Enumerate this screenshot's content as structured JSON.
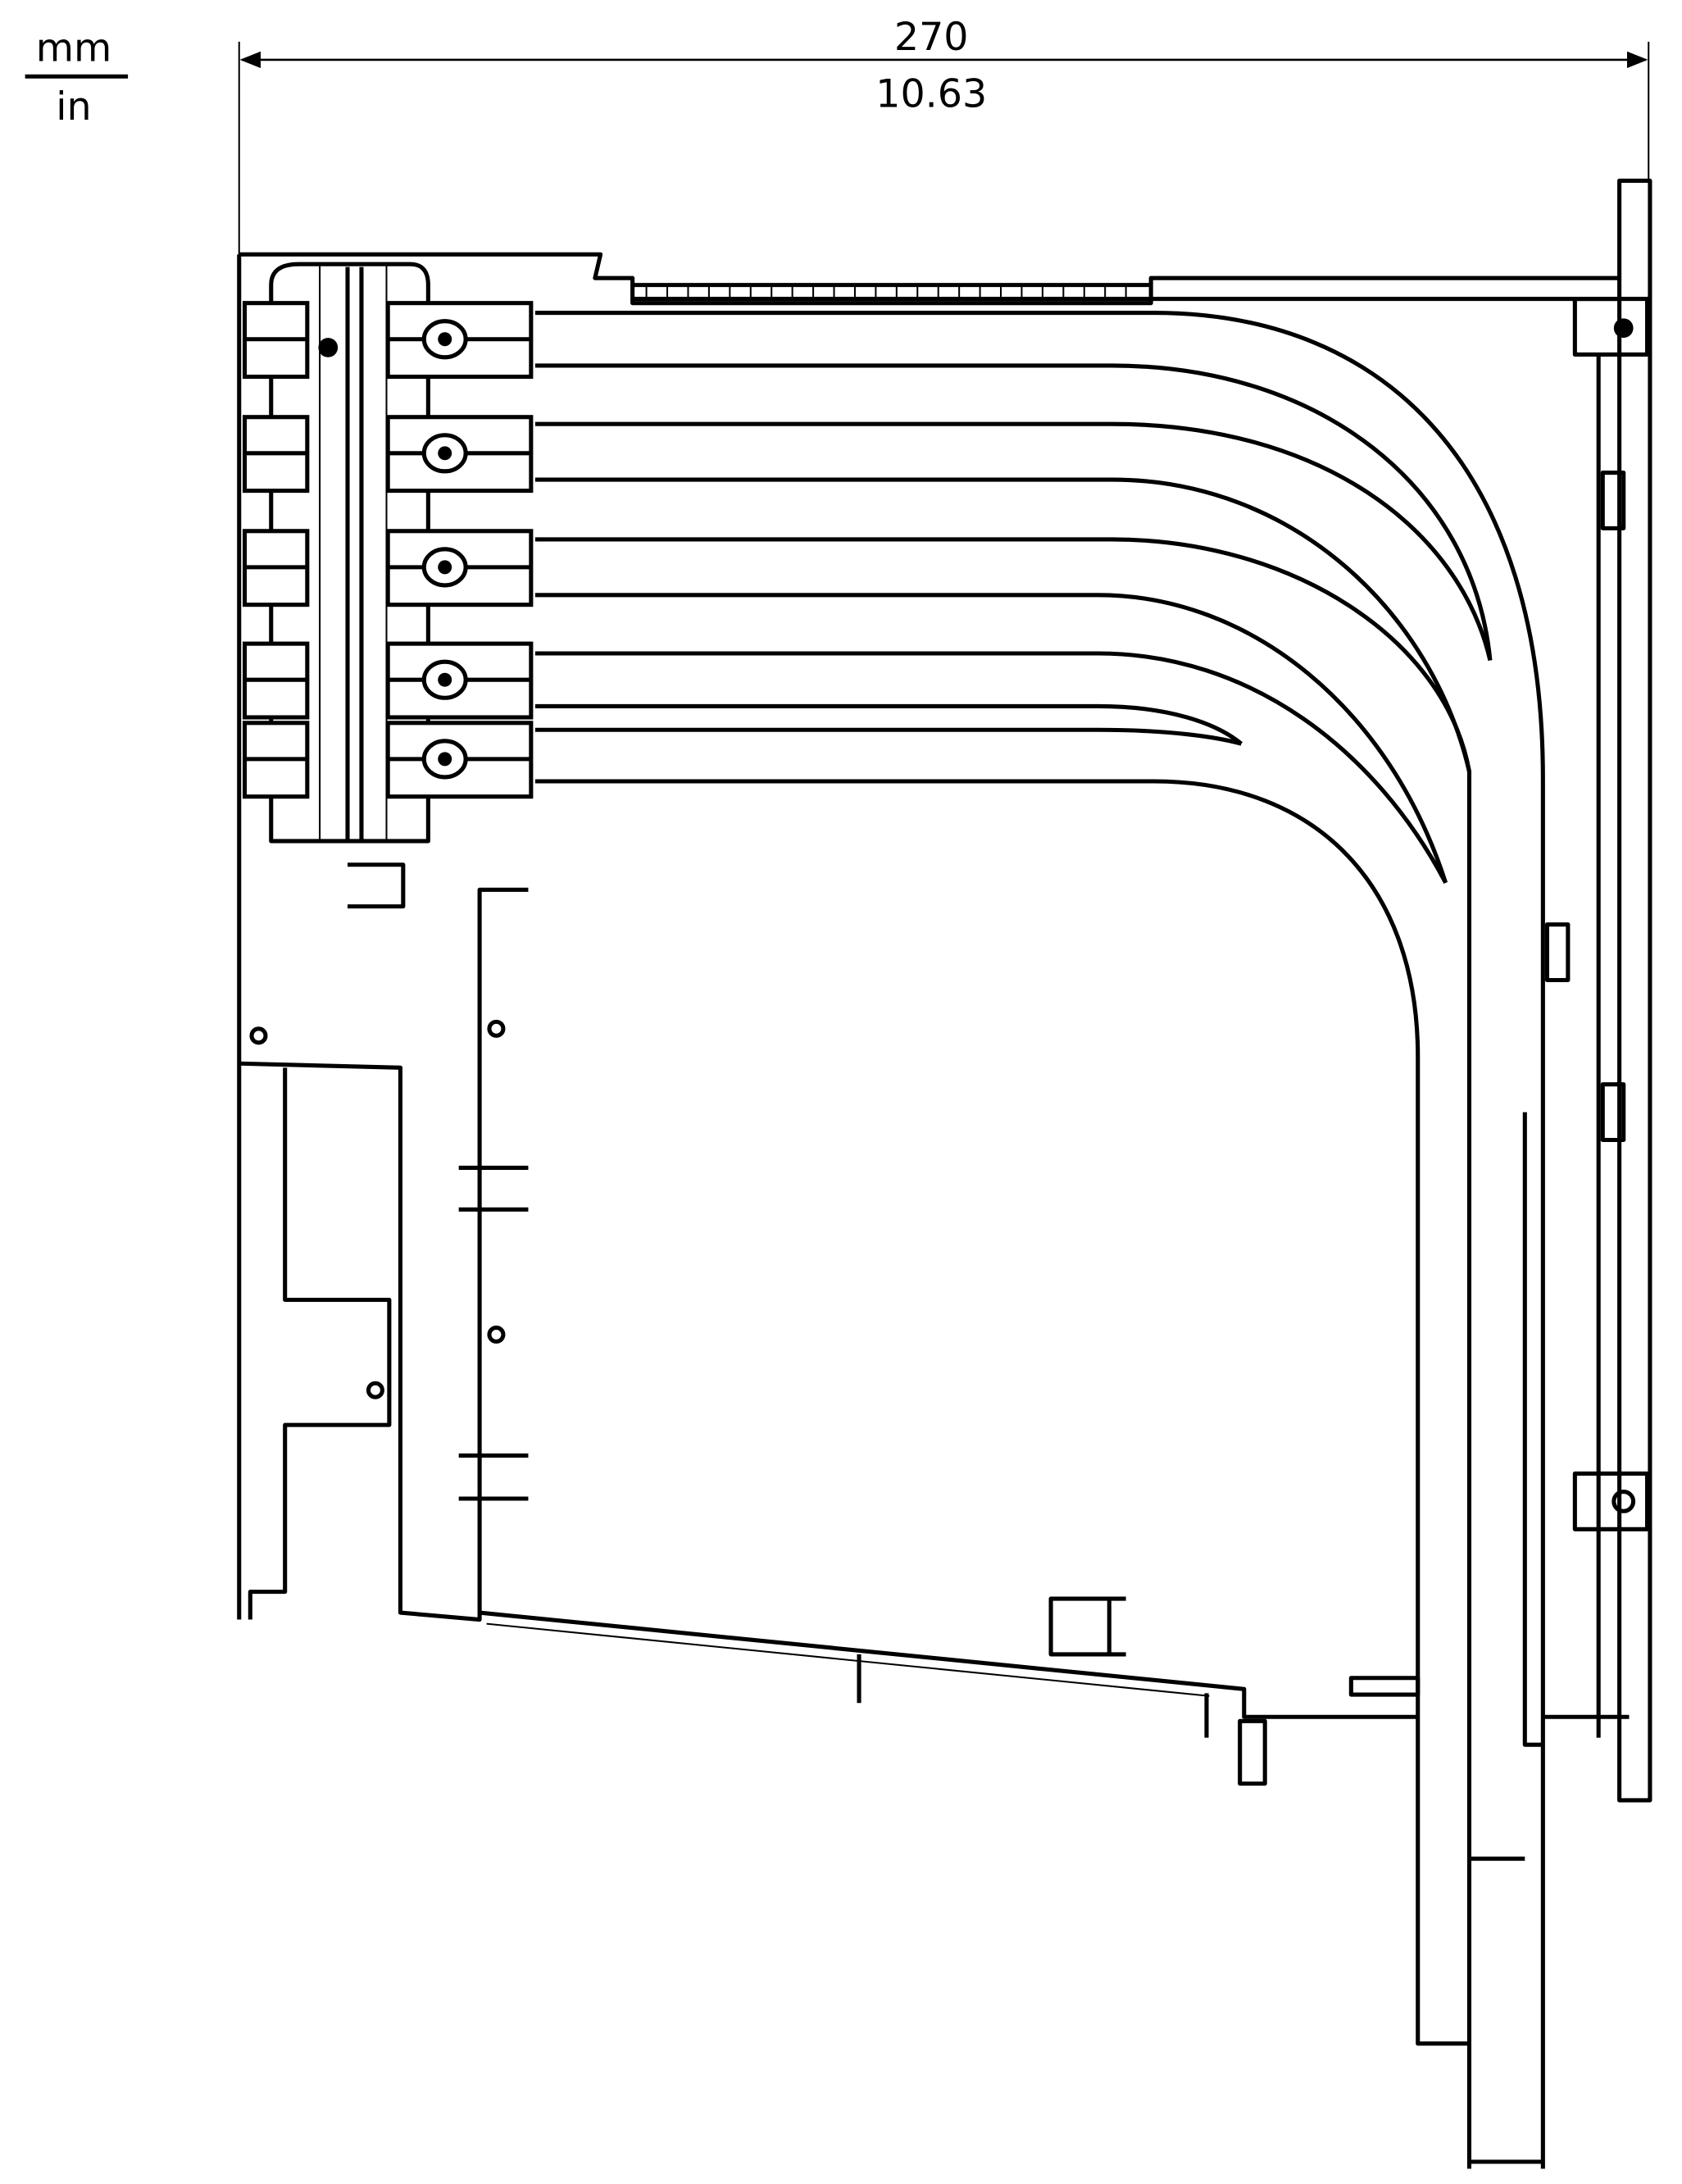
{
  "units": {
    "top": "mm",
    "bottom": "in"
  },
  "dimension": {
    "mm": "270",
    "in": "10.63"
  },
  "terminal_count": 5,
  "colors": {
    "line": "#000000",
    "background": "#ffffff"
  }
}
